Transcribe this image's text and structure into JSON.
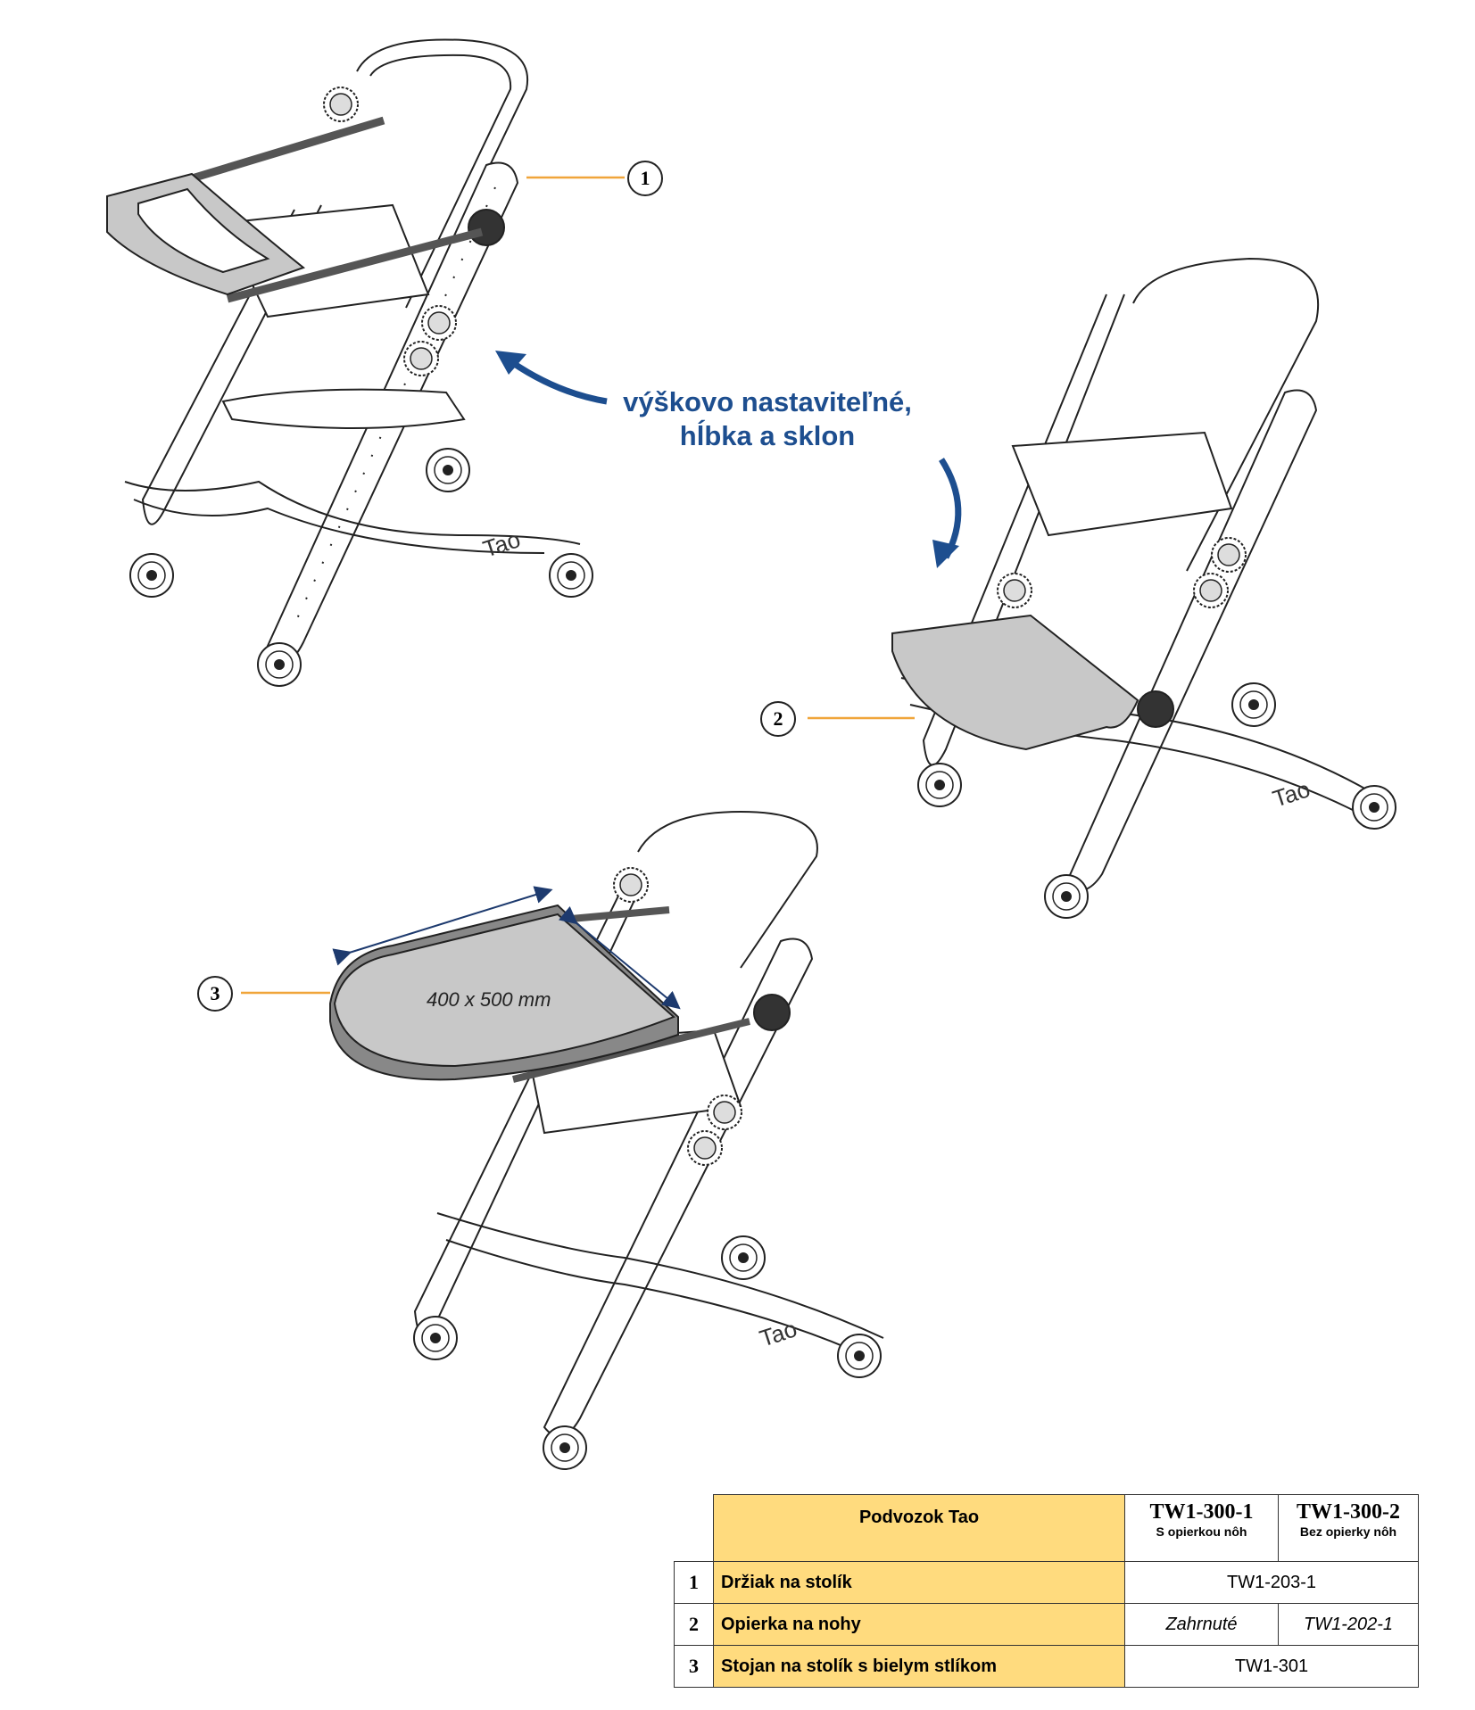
{
  "callouts": [
    "1",
    "2",
    "3"
  ],
  "adjust_label": {
    "line1": "výškovo nastaviteľné,",
    "line2": "hĺbka a sklon"
  },
  "dimension_label": "400 x 500 mm",
  "brand_mark": "Tao",
  "table": {
    "title": "Podvozok Tao",
    "col1_code": "TW1-300-1",
    "col1_sub": "S opierkou nôh",
    "col2_code": "TW1-300-2",
    "col2_sub": "Bez opierky nôh",
    "rows": [
      {
        "num": "1",
        "name": "Držiak na stolík",
        "shared": "TW1-203-1"
      },
      {
        "num": "2",
        "name": "Opierka na nohy",
        "col1": "Zahrnuté",
        "col2": "TW1-202-1"
      },
      {
        "num": "3",
        "name": "Stojan na stolík s bielym stlíkom",
        "shared": "TW1-301"
      }
    ]
  },
  "colors": {
    "leader": "#f0a53a",
    "arrow": "#1d4e8f",
    "accessory": "#c8c8c8",
    "header_fill": "#ffdb7e"
  }
}
